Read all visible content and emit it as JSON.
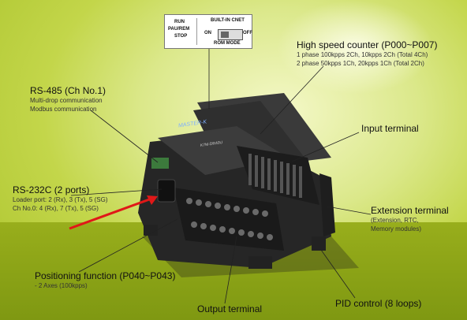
{
  "switch_panel": {
    "run": "RUN",
    "pau_rem": "PAU/REM",
    "stop": "STOP",
    "builtin_cnet": "BUILT-IN CNET",
    "on": "ON",
    "off": "OFF",
    "rom_mode": "ROM MODE"
  },
  "device": {
    "brand": "MASTER-K",
    "model": "K7M-DR40U"
  },
  "callouts": {
    "high_speed_counter": {
      "title": "High speed counter (P000~P007)",
      "lines": [
        "1 phase 100kpps 2Ch, 10kpps 2Ch (Total 4Ch)",
        "2 phase 50kpps 1Ch, 20kpps 1Ch (Total 2Ch)"
      ]
    },
    "rs485": {
      "title": "RS-485 (Ch No.1)",
      "lines": [
        "Multi-drop communication",
        "Modbus communication"
      ]
    },
    "input_terminal": {
      "title": "Input terminal"
    },
    "rs232c": {
      "title": "RS-232C (2 ports)",
      "lines": [
        "Loader port: 2 (Rx), 3 (Tx), 5 (SG)",
        "Ch No.0: 4 (Rx), 7 (Tx), 5 (SG)"
      ]
    },
    "extension_terminal": {
      "title": "Extension terminal",
      "lines": [
        "(Extension, RTC,",
        "Memory modules)"
      ]
    },
    "positioning": {
      "title": "Positioning function (P040~P043)",
      "lines": [
        "- 2 Axes (100kpps)"
      ]
    },
    "output_terminal": {
      "title": "Output terminal"
    },
    "pid_control": {
      "title": "PID control (8 loops)"
    }
  },
  "colors": {
    "background_light": "#f4f8c8",
    "background_green": "#c3d64a",
    "lower_band": "#8aa216",
    "plc_body": "#2a2a2a",
    "arrow": "#e01818"
  }
}
